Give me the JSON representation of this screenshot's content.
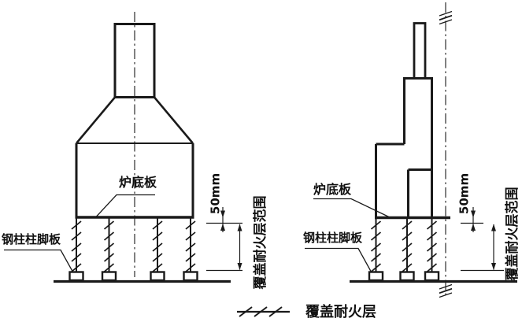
{
  "colors": {
    "ink": "#1a1a1a",
    "background": "#ffffff"
  },
  "views": {
    "left": {
      "furnace_plate_label": "炉底板",
      "base_plate_label": "钢柱柱脚板",
      "offset_dim": "50mm",
      "coverage_range_label": "覆盖耐火层范围"
    },
    "right": {
      "furnace_plate_label": "炉底板",
      "base_plate_label": "钢柱柱脚板",
      "offset_dim": "50mm",
      "coverage_range_label": "覆盖耐火层范围"
    }
  },
  "legend": {
    "label": "覆盖耐火层"
  }
}
